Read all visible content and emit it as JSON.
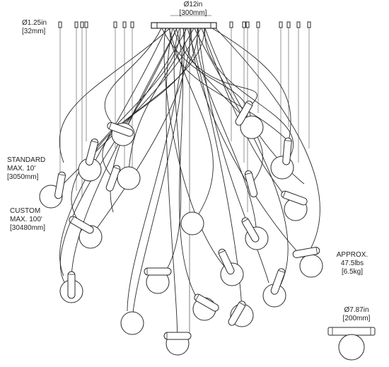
{
  "labels": {
    "canopy_dim": {
      "imperial": "Ø12in",
      "metric": "[300mm]"
    },
    "mount_dim": {
      "imperial": "Ø1.25in",
      "metric": "[32mm]"
    },
    "standard_drop": {
      "line1": "STANDARD",
      "line2": "MAX. 10'",
      "metric": "[3050mm]"
    },
    "custom_drop": {
      "line1": "CUSTOM",
      "line2": "MAX. 100'",
      "metric": "[30480mm]"
    },
    "weight": {
      "line1": "APPROX.",
      "line2": "47.5lbs",
      "metric": "[6.5kg]"
    },
    "pendant_dim": {
      "imperial": "Ø7.87in",
      "metric": "[200mm]"
    }
  },
  "colors": {
    "line": "#2a2a2a",
    "fill": "#ffffff"
  }
}
